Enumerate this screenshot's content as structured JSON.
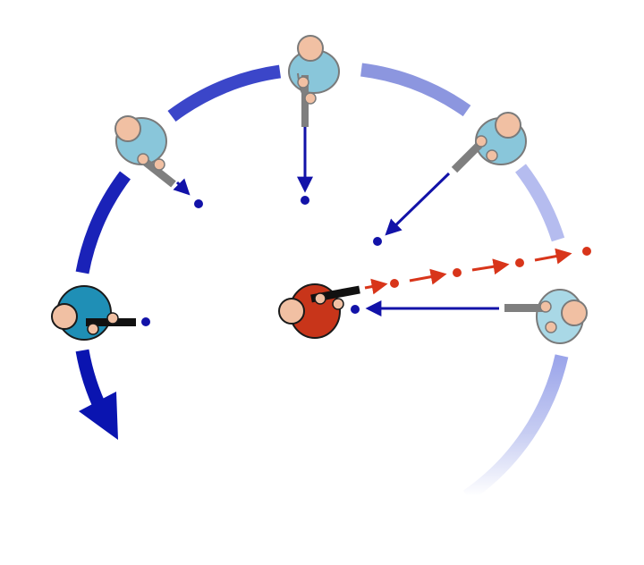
{
  "diagram": {
    "colors": {
      "background": "#ffffff",
      "arc": "#2f3fc8",
      "arc_light": "#d7dcf5",
      "blue_arrow": "#1212a8",
      "red_arrow": "#d8351a",
      "shooter_shirt": "#89c6da",
      "shooter_shirt_faded": "#a9d8e6",
      "outline": "#7a7a7a",
      "skin": "#f1c0a3",
      "gun": "#7f7f7f",
      "active_shirt": "#1f8fb6",
      "active_outline": "#1a1a1a",
      "center_shirt": "#c8351a",
      "center_gun": "#111111"
    },
    "figures": [
      {
        "role": "shooter",
        "icon": "person-with-gun-icon",
        "state": "active"
      },
      {
        "role": "shooter",
        "icon": "person-with-gun-icon",
        "state": "faded"
      },
      {
        "role": "shooter",
        "icon": "person-with-gun-icon",
        "state": "faded"
      },
      {
        "role": "shooter",
        "icon": "person-with-gun-icon",
        "state": "faded"
      },
      {
        "role": "shooter",
        "icon": "person-with-gun-icon",
        "state": "faded"
      },
      {
        "role": "target",
        "icon": "person-with-gun-icon",
        "state": "center"
      }
    ],
    "icons": [
      "rotation-arrow-icon",
      "aim-line-icon",
      "shot-path-icon"
    ]
  }
}
